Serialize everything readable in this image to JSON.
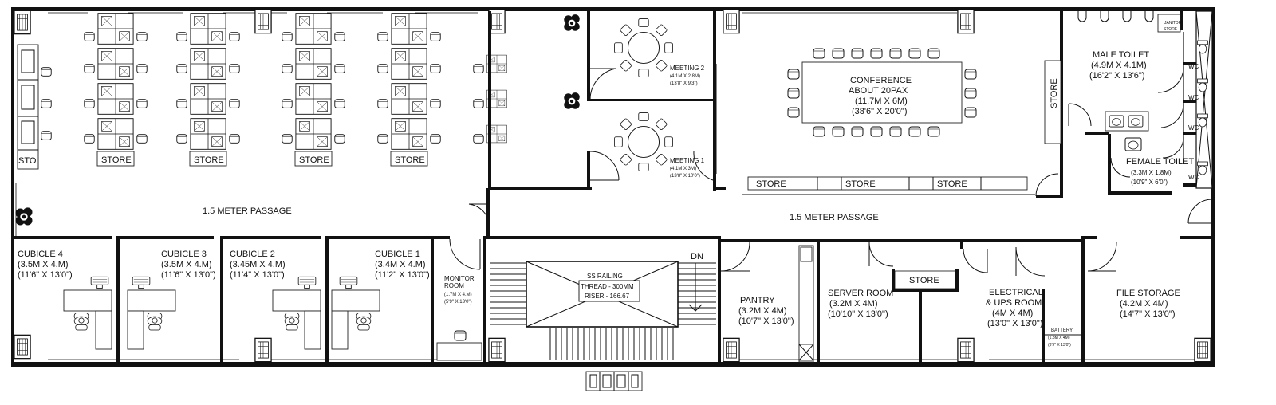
{
  "labels": {
    "sto": "STO",
    "store": "STORE",
    "passage": "1.5 METER PASSAGE",
    "cubicle4": [
      "CUBICLE 4",
      "(3.5M X 4.M)",
      "(11'6\" X 13'0\")"
    ],
    "cubicle3": [
      "CUBICLE 3",
      "(3.5M X 4.M)",
      "(11'6\" X 13'0\")"
    ],
    "cubicle2": [
      "CUBICLE 2",
      "(3.45M X 4.M)",
      "(11'4\" X 13'0\")"
    ],
    "cubicle1": [
      "CUBICLE 1",
      "(3.4M X 4.M)",
      "(11'2\" X 13'0\")"
    ],
    "monitor": [
      "MONITOR",
      "ROOM",
      "(1.7M X 4.M)",
      "(5'9\" X 13'0\")"
    ],
    "stairs": [
      "SS RAILING",
      "THREAD - 300MM",
      "RISER - 166.67"
    ],
    "dn": "DN",
    "meeting2": [
      "MEETING 2",
      "(4.1M X 2.8M)",
      "(13'8\" X 9'3\")"
    ],
    "meeting1": [
      "MEETING 1",
      "(4.1M X 3M)",
      "(13'8\" X 10'0\")"
    ],
    "conference": [
      "CONFERENCE",
      "ABOUT 20PAX",
      "(11.7M X 6M)",
      "(38'6\" X 20'0\")"
    ],
    "male_toilet": [
      "MALE TOILET",
      "(4.9M X 4.1M)",
      "(16'2\" X 13'6\")"
    ],
    "janitor": [
      "JANITOR",
      "STORE"
    ],
    "wc": "WC",
    "female_toilet": [
      "FEMALE TOILET",
      "(3.3M X 1.8M)",
      "(10'9\" X 6'0\")"
    ],
    "pantry": [
      "PANTRY",
      "(3.2M X 4M)",
      "(10'7\" X 13'0\")"
    ],
    "server": [
      "SERVER ROOM",
      "(3.2M X 4M)",
      "(10'10\" X 13'0\")"
    ],
    "electrical": [
      "ELECTRICAL",
      "& UPS ROOM",
      "(4M X 4M)",
      "(13'0\" X 13'0\")"
    ],
    "battery": [
      "BATTERY",
      "(1.8M X 4M)",
      "(3'9\" X 13'0\")"
    ],
    "file_storage": [
      "FILE STORAGE",
      "(4.2M X 4M)",
      "(14'7\" X 13'0\")"
    ]
  }
}
